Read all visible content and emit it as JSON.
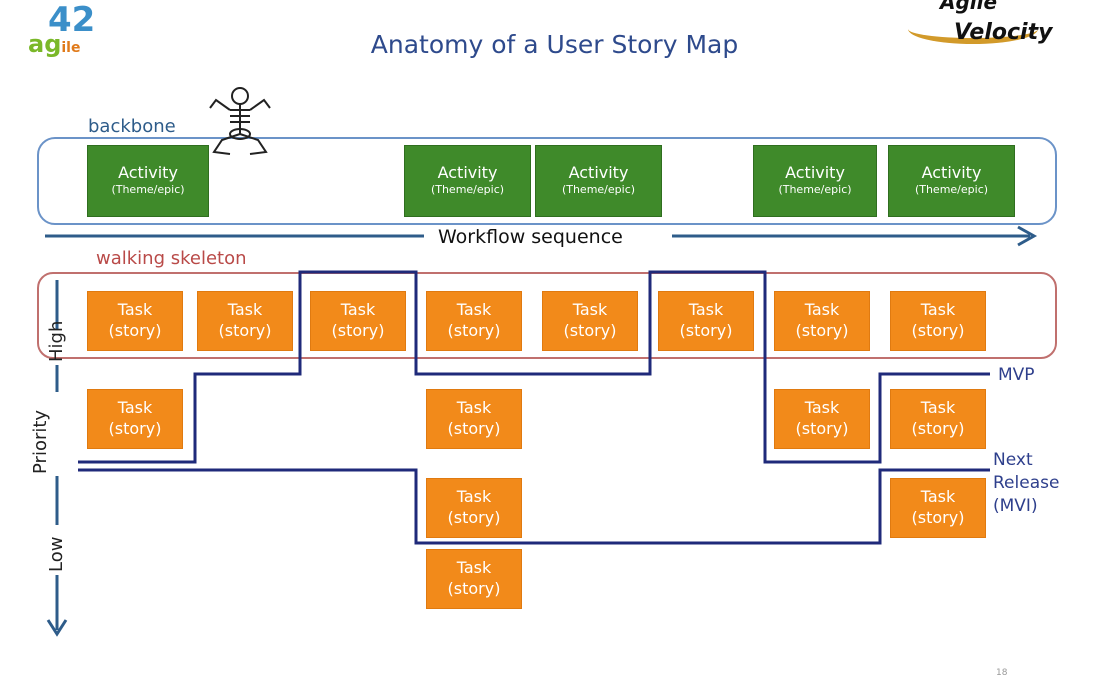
{
  "title": "Anatomy of a User Story Map",
  "logos": {
    "left": {
      "number": "42",
      "word_a": "ag",
      "word_b": "ile"
    },
    "right": {
      "top": "Agile",
      "bottom": "Velocity"
    }
  },
  "labels": {
    "backbone": "backbone",
    "walking_skeleton": "walking skeleton",
    "workflow": "Workflow sequence",
    "priority": "Priority",
    "high": "High",
    "low": "Low",
    "mvp": "MVP",
    "next_release_1": "Next",
    "next_release_2": "Release",
    "next_release_3": "(MVI)",
    "page_number": "18"
  },
  "activity": {
    "title": "Activity",
    "subtitle": "(Theme/epic)"
  },
  "task": {
    "title": "Task",
    "subtitle": "(story)"
  },
  "colors": {
    "activity": "#3f8a2a",
    "task": "#f28a1a",
    "release_line": "#1f2a7a",
    "backbone_border": "#6b93c8",
    "walking_border": "#c0706e",
    "title": "#2e4a8c"
  },
  "icons": {
    "skeleton": "skeleton-icon",
    "workflow_arrow": "arrow-right-icon",
    "priority_arrow": "arrow-down-icon"
  }
}
